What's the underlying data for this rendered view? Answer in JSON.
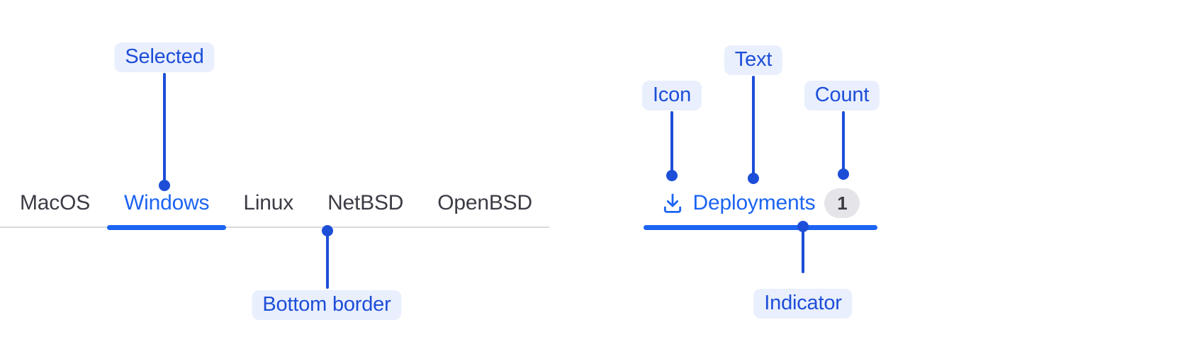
{
  "palette": {
    "primary_blue": "#1c64f2",
    "annotation_blue": "#1d4ed8",
    "annotation_pill_bg": "#e9effd",
    "tab_text_gray": "#3c3c46",
    "border_gray": "#d9d9de",
    "badge_bg": "#e4e4e9",
    "badge_text": "#3a3a44"
  },
  "tabs_example": {
    "tabs": [
      {
        "label": "MacOS",
        "selected": false
      },
      {
        "label": "Windows",
        "selected": true
      },
      {
        "label": "Linux",
        "selected": false
      },
      {
        "label": "NetBSD",
        "selected": false
      },
      {
        "label": "OpenBSD",
        "selected": false
      }
    ]
  },
  "tab_anatomy": {
    "icon_name": "download-icon",
    "label": "Deployments",
    "count": "1"
  },
  "annotations": [
    {
      "label": "Selected"
    },
    {
      "label": "Bottom border"
    },
    {
      "label": "Icon"
    },
    {
      "label": "Text"
    },
    {
      "label": "Count"
    },
    {
      "label": "Indicator"
    }
  ]
}
